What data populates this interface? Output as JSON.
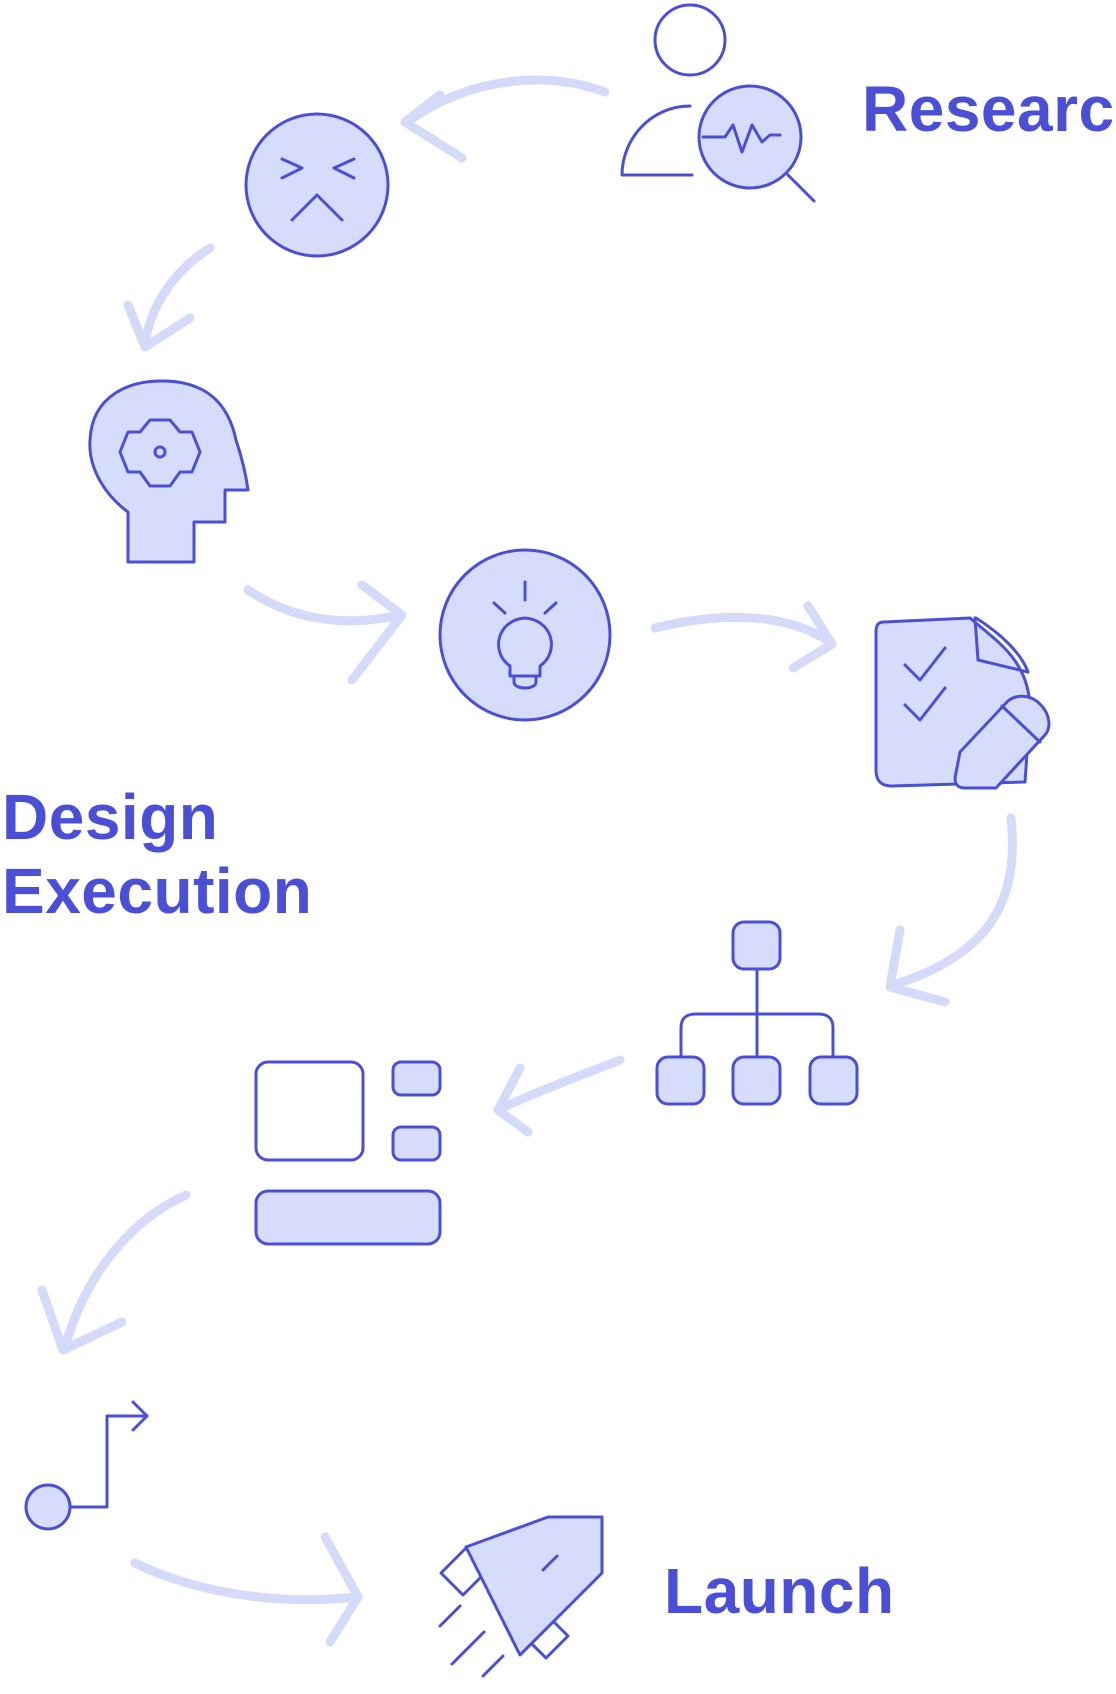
{
  "labels": {
    "research": "Research",
    "design_line1": "Design",
    "design_line2": "Execution",
    "launch": "Launch"
  },
  "icons": [
    "user-research-icon",
    "frustrated-face-icon",
    "head-gear-icon",
    "lightbulb-icon",
    "document-checklist-edit-icon",
    "sitemap-hierarchy-icon",
    "wireframe-layout-icon",
    "route-path-icon",
    "rocket-launch-icon"
  ],
  "colors": {
    "accent": "#4a4fd6",
    "icon_fill": "#d6dcfc",
    "arrow": "#d4daf9",
    "background": "#ffffff"
  }
}
